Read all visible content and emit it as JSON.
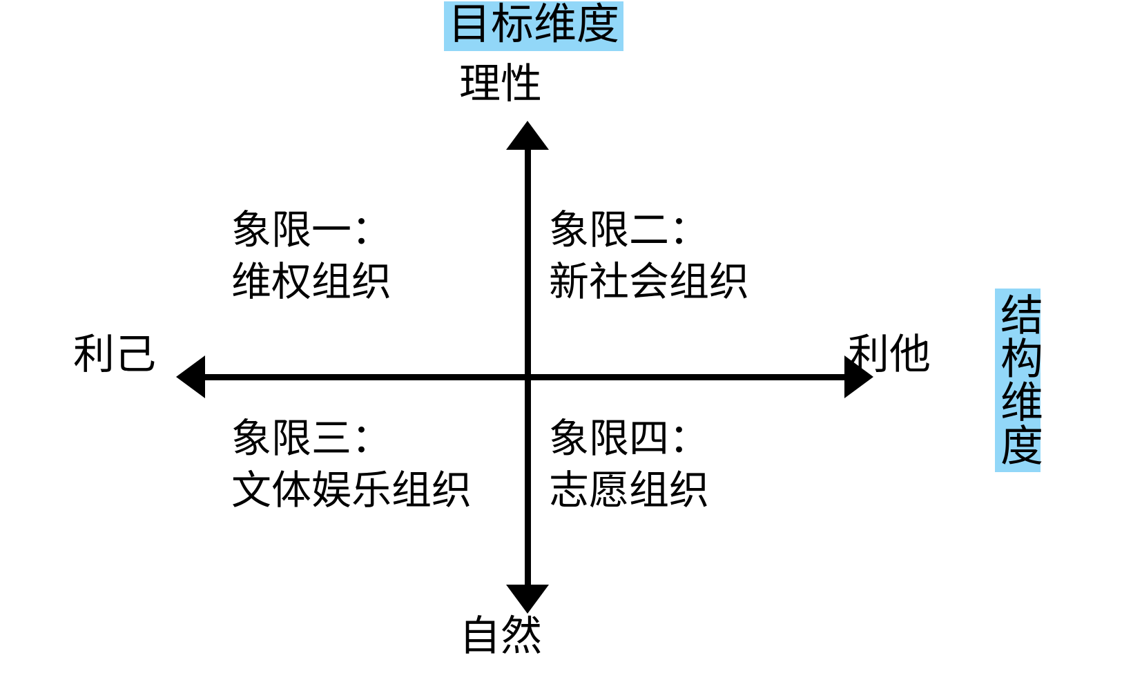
{
  "diagram": {
    "type": "two-axis-quadrant-matrix",
    "background_color": "#ffffff",
    "line_color": "#000000",
    "highlight_color": "#92d7f8",
    "axes": {
      "vertical": {
        "dimension_label": "目标维度",
        "top_end_label": "理性",
        "bottom_end_label": "自然",
        "highlighted": true
      },
      "horizontal": {
        "dimension_label": "结构维度",
        "left_end_label": "利己",
        "right_end_label": "利他",
        "highlighted": true
      }
    },
    "quadrants": [
      {
        "id": "q1",
        "title": "象限一：",
        "body": "维权组织",
        "position": "top-left"
      },
      {
        "id": "q2",
        "title": "象限二：",
        "body": "新社会组织",
        "position": "top-right"
      },
      {
        "id": "q3",
        "title": "象限三：",
        "body": "文体娱乐组织",
        "position": "bottom-left"
      },
      {
        "id": "q4",
        "title": "象限四：",
        "body": "志愿组织",
        "position": "bottom-right"
      }
    ]
  }
}
